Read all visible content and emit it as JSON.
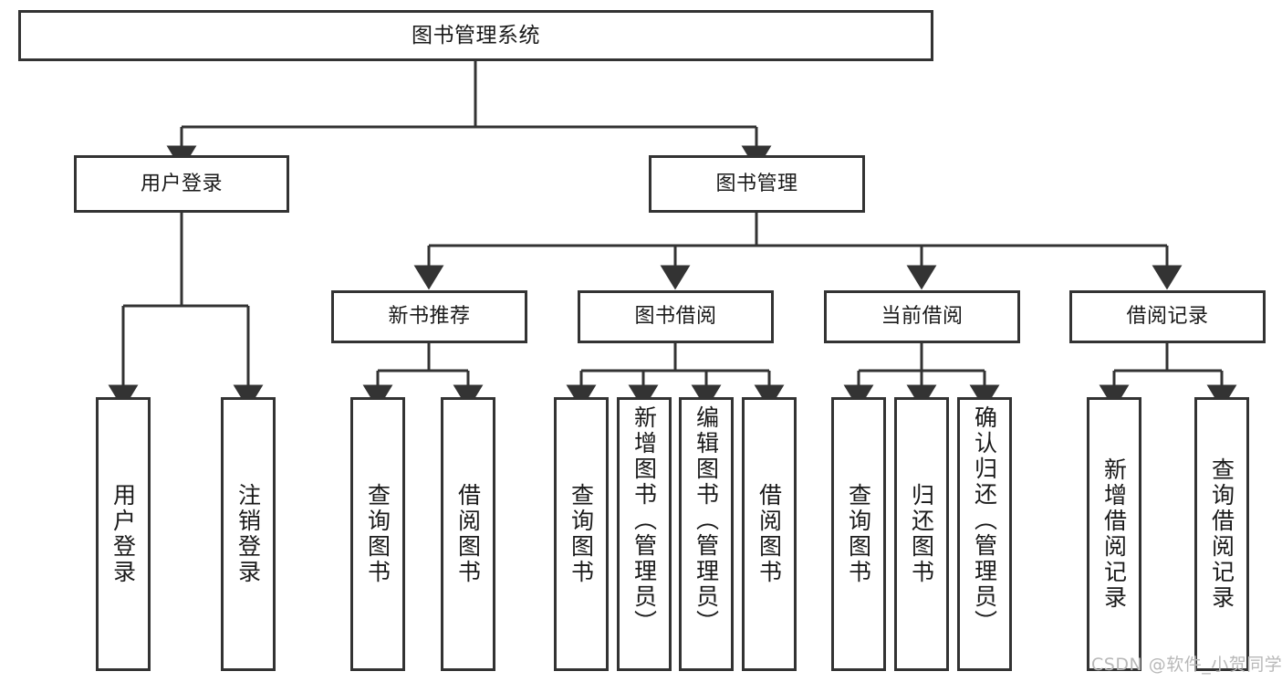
{
  "diagram": {
    "title": "图书管理系统",
    "type": "function-structure-tree",
    "colors": {
      "box_border": "#333333",
      "box_fill": "#ffffff",
      "connector": "#333333",
      "text": "#1a1a1a",
      "watermark": "#b8b8b8",
      "background": "#ffffff"
    },
    "root": {
      "label": "图书管理系统"
    },
    "level2": [
      {
        "label": "用户登录"
      },
      {
        "label": "图书管理"
      }
    ],
    "level3": [
      {
        "label": "新书推荐"
      },
      {
        "label": "图书借阅"
      },
      {
        "label": "当前借阅"
      },
      {
        "label": "借阅记录"
      }
    ],
    "leaves": {
      "user_login": [
        {
          "label": "用户登录"
        },
        {
          "label": "注销登录"
        }
      ],
      "new_book_recommend": [
        {
          "label": "查询图书"
        },
        {
          "label": "借阅图书"
        }
      ],
      "book_borrow": [
        {
          "label": "查询图书"
        },
        {
          "label": "新增图书（管理员）"
        },
        {
          "label": "编辑图书（管理员）"
        },
        {
          "label": "借阅图书"
        }
      ],
      "current_borrow": [
        {
          "label": "查询图书"
        },
        {
          "label": "归还图书"
        },
        {
          "label": "确认归还（管理员）"
        }
      ],
      "borrow_record": [
        {
          "label": "新增借阅记录"
        },
        {
          "label": "查询借阅记录"
        }
      ]
    }
  },
  "watermark": {
    "text": "CSDN @软件_小贺同学"
  }
}
